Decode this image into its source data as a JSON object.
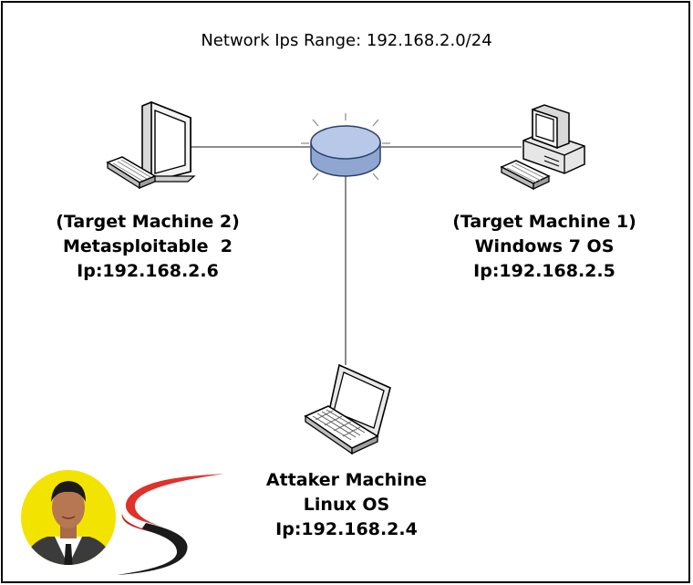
{
  "diagram": {
    "title": "Network Ips Range: 192.168.2.0/24",
    "nodes": {
      "target2": {
        "line1": "(Target Machine 2)",
        "line2": "Metasploitable  2",
        "line3": "Ip:192.168.2.6"
      },
      "target1": {
        "line1": "(Target Machine 1)",
        "line2": "Windows 7 OS",
        "line3": "Ip:192.168.2.5"
      },
      "attacker": {
        "line1": "Attaker Machine",
        "line2": "Linux OS",
        "line3": "Ip:192.168.2.4"
      }
    },
    "icons": [
      "desktop-monitor-icon",
      "router-icon",
      "desktop-tower-icon",
      "laptop-icon",
      "avatar-photo",
      "logo-s-icon"
    ],
    "colors": {
      "router_fill": "#a9bde0",
      "router_edge": "#2b3f6b",
      "avatar_bg": "#f3e300",
      "logo_red": "#e0312a",
      "logo_dark": "#1b1b1b"
    }
  }
}
